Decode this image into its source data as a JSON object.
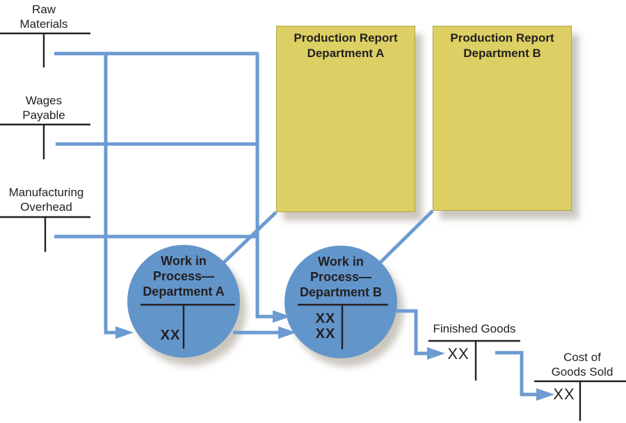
{
  "palette": {
    "line_blue": "#6c9bd2",
    "circle_blue": "#6295ca",
    "report_yellow": "#dccf63",
    "report_border": "#b1a54b",
    "ink_black": "#231f20"
  },
  "t_accounts": {
    "raw_materials": {
      "label_lines": [
        "Raw",
        "Materials"
      ]
    },
    "wages_payable": {
      "label_lines": [
        "Wages",
        "Payable"
      ]
    },
    "manufacturing_overhead": {
      "label_lines": [
        "Manufacturing",
        "Overhead"
      ]
    },
    "finished_goods": {
      "label": "Finished Goods",
      "debit_value": "XX"
    },
    "cost_of_goods_sold": {
      "label_lines": [
        "Cost of",
        "Goods Sold"
      ],
      "debit_value": "XX"
    }
  },
  "production_reports": {
    "dept_a": {
      "title_lines": [
        "Production Report",
        "Department A"
      ]
    },
    "dept_b": {
      "title_lines": [
        "Production Report",
        "Department B"
      ]
    }
  },
  "wip_accounts": {
    "dept_a": {
      "title_lines": [
        "Work in",
        "Process—",
        "Department A"
      ],
      "debit_values": [
        "XX"
      ]
    },
    "dept_b": {
      "title_lines": [
        "Work in",
        "Process—",
        "Department B"
      ],
      "debit_values": [
        "XX",
        "XX"
      ]
    }
  }
}
